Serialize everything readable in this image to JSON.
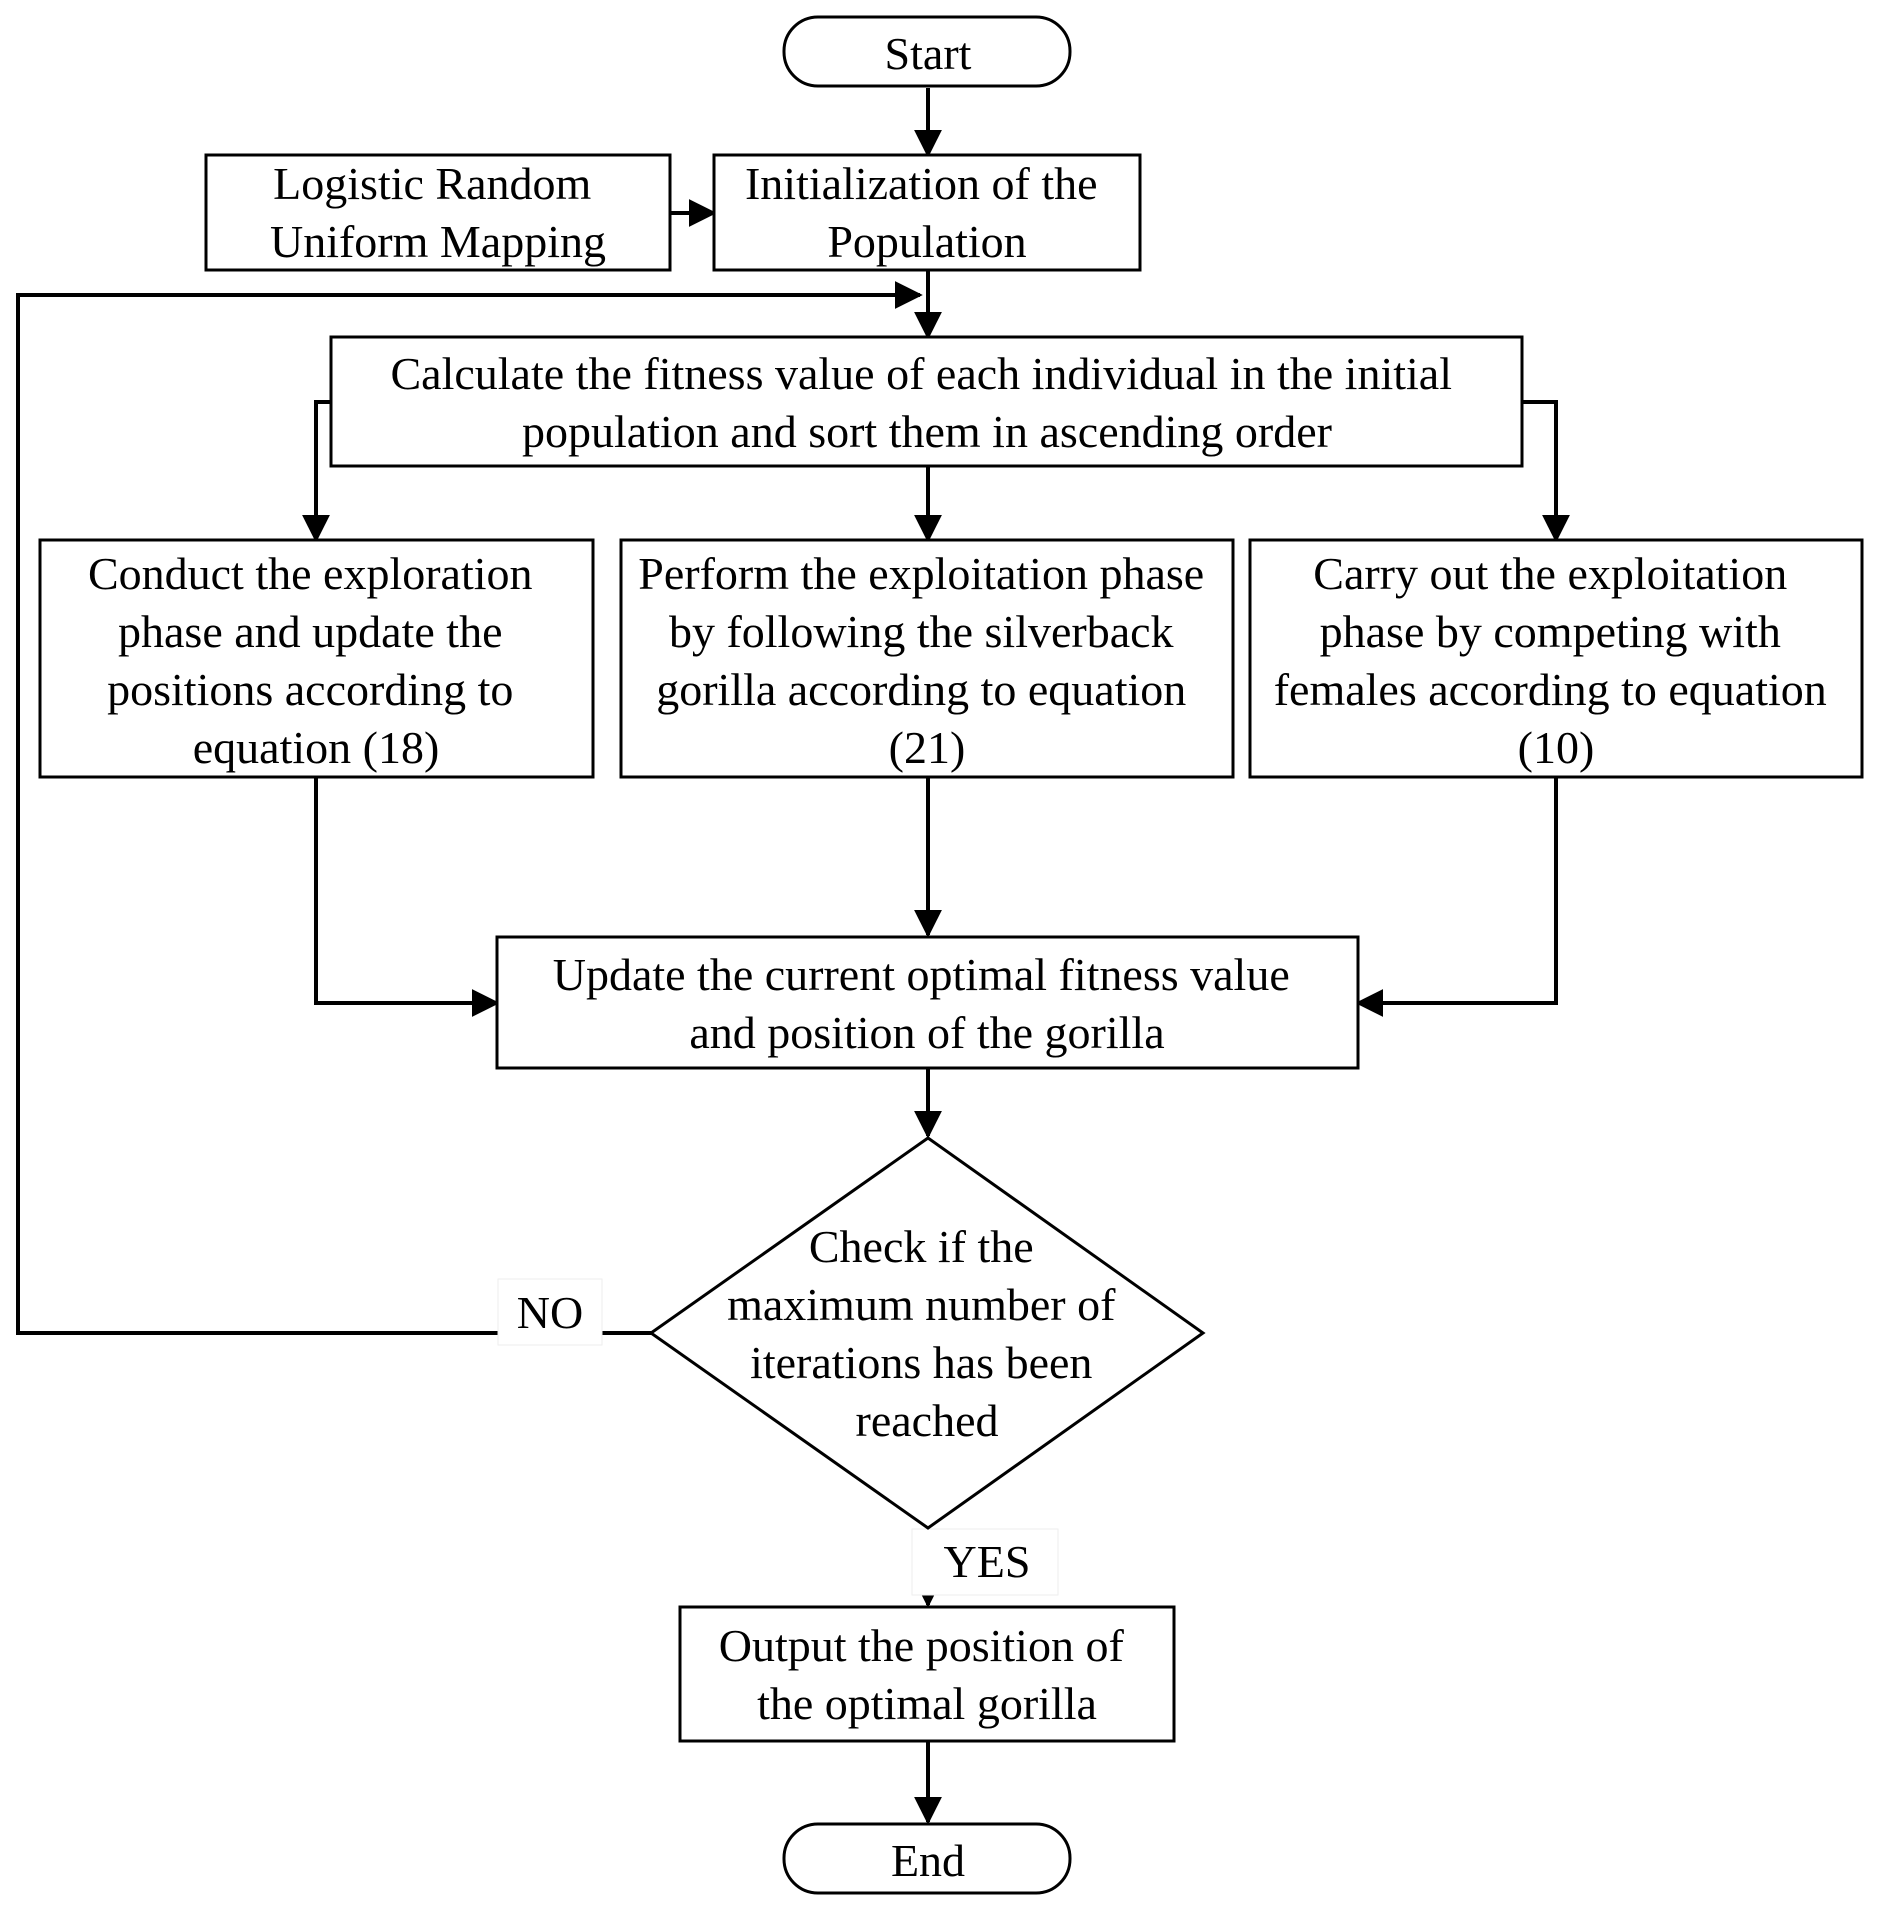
{
  "nodes": {
    "start": {
      "lines": [
        "Start"
      ]
    },
    "logistic": {
      "lines": [
        "Logistic Random",
        "Uniform Mapping"
      ]
    },
    "init": {
      "lines": [
        "Initialization of the",
        "Population"
      ]
    },
    "fitness": {
      "lines": [
        "Calculate the fitness value of each individual in the initial",
        "population and sort them in ascending order"
      ]
    },
    "exploration": {
      "lines": [
        "Conduct the exploration",
        "phase and update the",
        "positions according to",
        "equation (18)"
      ]
    },
    "silverback": {
      "lines": [
        "Perform the exploitation phase",
        "by following the silverback",
        "gorilla according to equation",
        "(21)"
      ]
    },
    "females": {
      "lines": [
        "Carry out the exploitation",
        "phase by competing with",
        "females according to equation",
        "(10)"
      ]
    },
    "update": {
      "lines": [
        "Update the current optimal fitness value",
        "and position of the gorilla"
      ]
    },
    "check": {
      "lines": [
        "Check if the",
        "maximum number of",
        "iterations has been",
        "reached"
      ]
    },
    "output": {
      "lines": [
        "Output the position of",
        "the optimal gorilla"
      ]
    },
    "end": {
      "lines": [
        "End"
      ]
    }
  },
  "edge_labels": {
    "no": "NO",
    "yes": "YES"
  }
}
